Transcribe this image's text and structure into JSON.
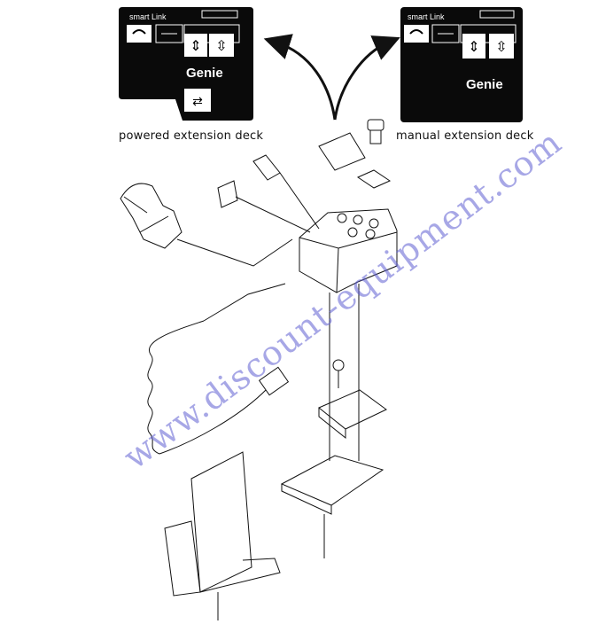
{
  "colors": {
    "panel": "#0a0a0a",
    "line": "#111111",
    "watermark": "#6a6ad6"
  },
  "panels": [
    {
      "brand": "smart Link",
      "logo": "Genie",
      "caption": "powered extension deck"
    },
    {
      "brand": "smart Link",
      "logo": "Genie",
      "caption": "manual extension deck"
    }
  ],
  "watermark": "www.discount-equipment.com",
  "icons": [
    "curved-split-arrow-icon",
    "lift-enable-icon",
    "drive-icon",
    "platform-up-down-icon",
    "extension-deck-icon"
  ]
}
